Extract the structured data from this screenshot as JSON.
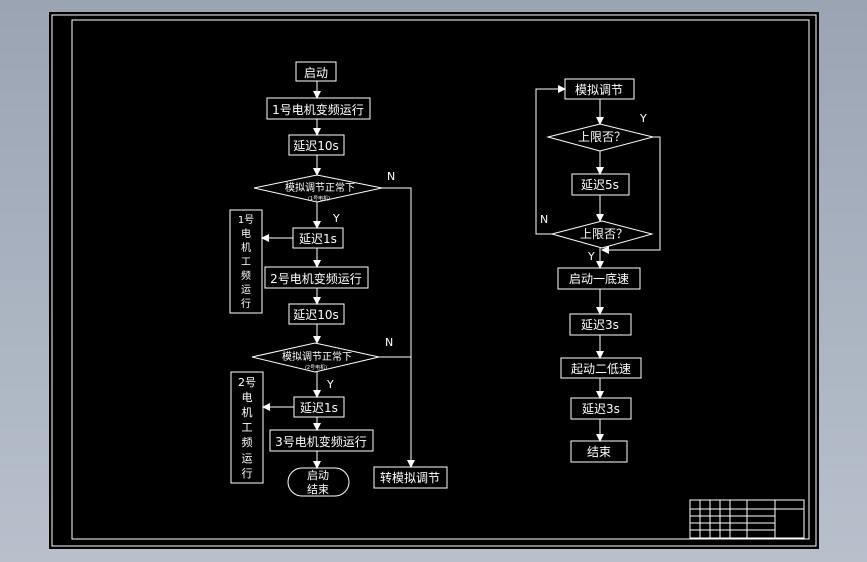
{
  "left_flow": {
    "start": "启动",
    "motor1_vf": "1号电机变频运行",
    "delay_10s_a": "延迟10s",
    "check1_main": "模拟调节正常下",
    "check1_sub": "(1号电机)",
    "delay_1s_a": "延迟1s",
    "motor2_vf": "2号电机变频运行",
    "delay_10s_b": "延迟10s",
    "check2_main": "模拟调节正常下",
    "check2_sub": "(2号电机)",
    "delay_1s_b": "延迟1s",
    "motor3_vf": "3号电机变频运行",
    "end_line1": "启动",
    "end_line2": "结束",
    "to_analog": "转模拟调节",
    "motor1_power": [
      "1号",
      "电",
      "机",
      "工",
      "频",
      "运",
      "行"
    ],
    "motor2_power": [
      "2号",
      "电",
      "机",
      "工",
      "频",
      "运",
      "行"
    ],
    "label_n1": "N",
    "label_y1": "Y",
    "label_n2": "N",
    "label_y2": "Y"
  },
  "right_flow": {
    "analog_adjust": "模拟调节",
    "upper_limit1": "上限否？",
    "delay_5s": "延迟5s",
    "upper_limit2": "上限否？",
    "start_first_low": "启动一底速",
    "delay_3s_a": "延迟3s",
    "start_second_low": "起动二低速",
    "delay_3s_b": "延迟3s",
    "end": "结束",
    "label_y_top": "Y",
    "label_n_loop": "N",
    "label_y_bottom": "Y"
  }
}
